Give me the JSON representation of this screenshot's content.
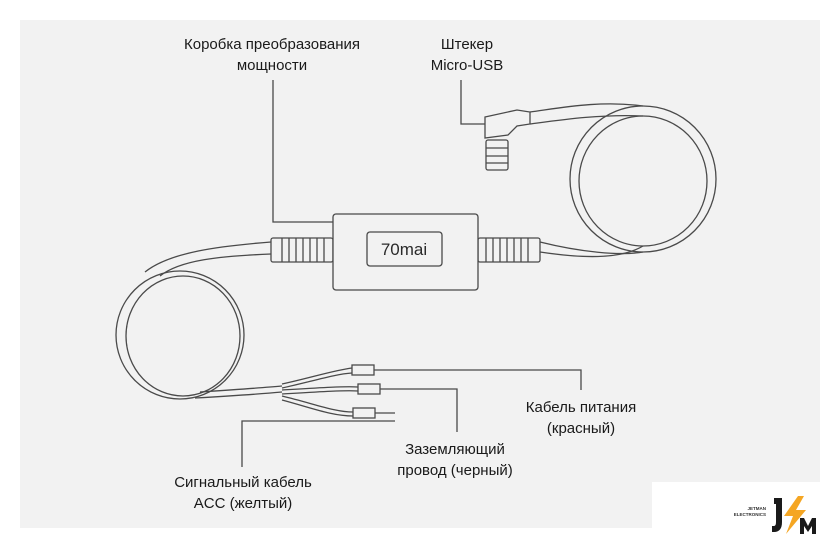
{
  "diagram": {
    "device_brand": "70mai",
    "labels": {
      "power_box": [
        "Коробка преобразования",
        "мощности"
      ],
      "micro_usb": [
        "Штекер",
        "Micro-USB"
      ],
      "power_cable": [
        "Кабель питания",
        "(красный)"
      ],
      "ground_wire": [
        "Заземляющий",
        "провод (черный)"
      ],
      "acc_cable": [
        "Сигнальный кабель",
        "ACC (желтый)"
      ]
    },
    "line_color": "#4a4a4a",
    "panel_color": "#f2f2f2"
  },
  "watermark": {
    "lines": [
      "JETMAN",
      "ELECTRONICS"
    ],
    "accent": "#f5a623",
    "dark": "#1a1a1a"
  }
}
